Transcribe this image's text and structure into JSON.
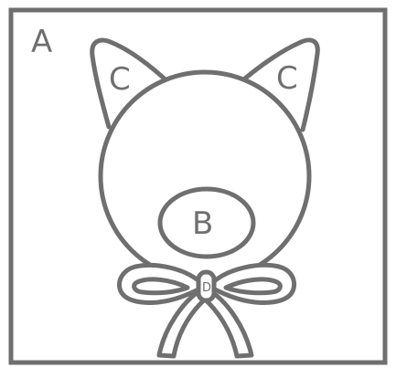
{
  "labels": {
    "a": "A",
    "b": "B",
    "c_left": "C",
    "c_right": "C",
    "d": "D"
  },
  "colors": {
    "stroke": "#6f6f6f",
    "fill": "#ffffff",
    "label": "#6f6f6f"
  }
}
